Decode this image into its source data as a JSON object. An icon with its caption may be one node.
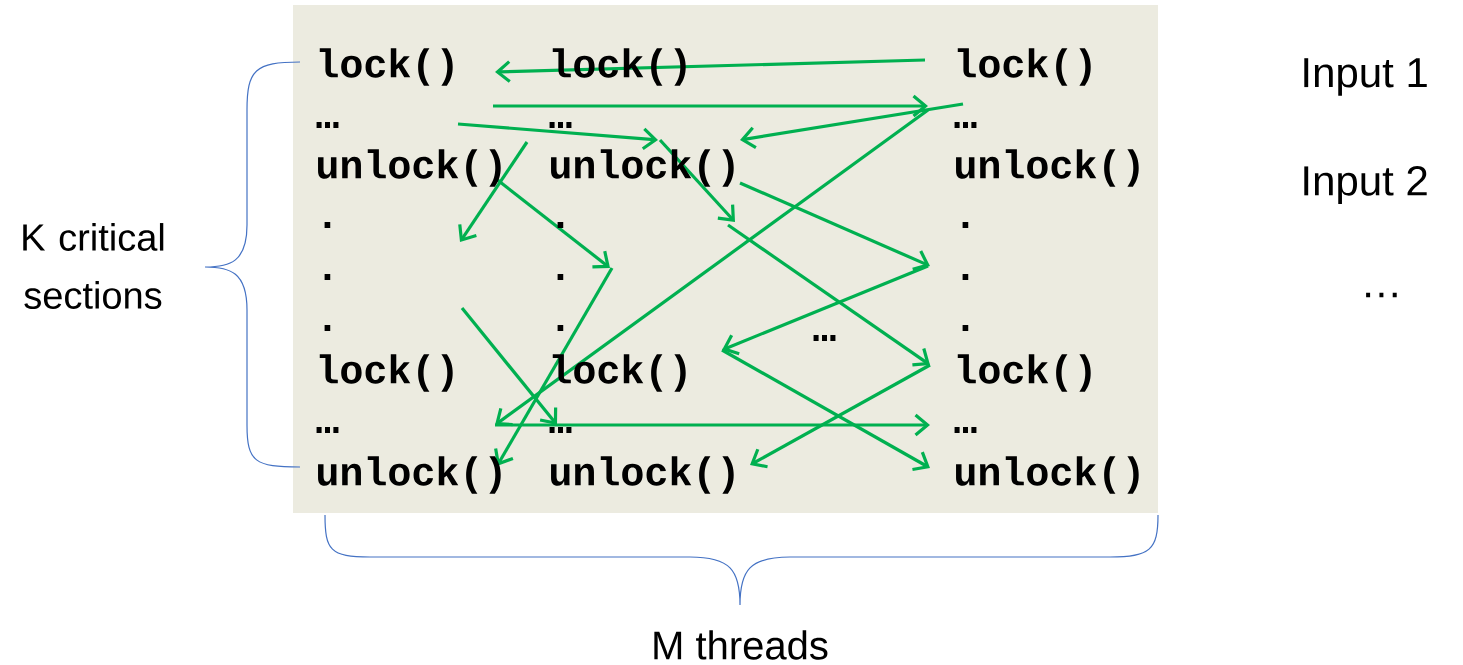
{
  "diagram": {
    "labels": [
      "lock()",
      "lock()",
      "lock()",
      "…",
      "…",
      "…",
      "unlock()",
      "unlock()",
      "unlock()",
      ".",
      ".",
      ".",
      ".",
      ".",
      ".",
      ".",
      ".",
      "…",
      ".",
      "lock()",
      "lock()",
      "lock()",
      "…",
      "…",
      "…",
      "unlock()",
      "unlock()",
      "unlock()",
      "K critical sections",
      "Input 1",
      "Input 2",
      "…",
      "M threads"
    ]
  }
}
